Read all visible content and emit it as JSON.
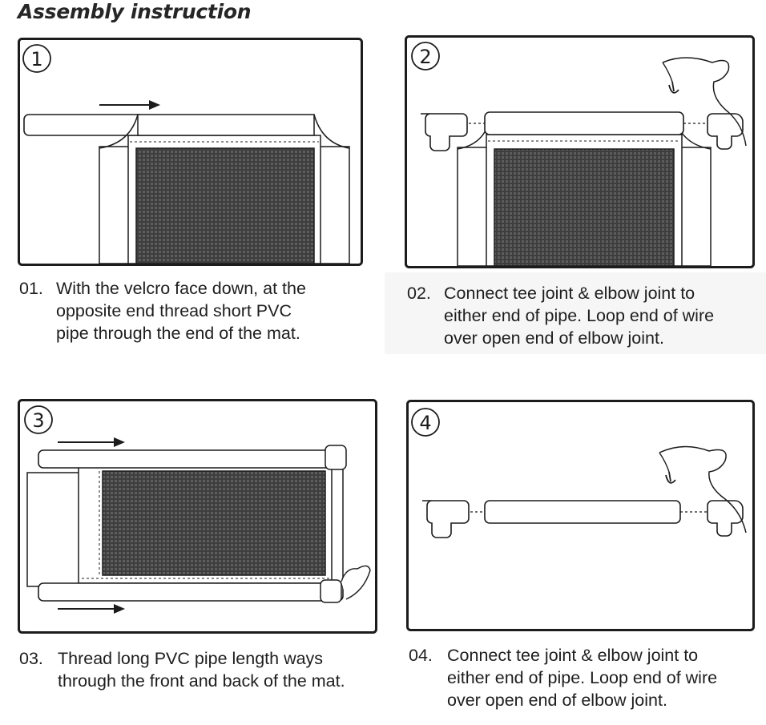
{
  "header": {
    "title": "Assembly instruction"
  },
  "steps": [
    {
      "badge": "1",
      "number": "01.",
      "lines": [
        "With the velcro face down, at the",
        "opposite end thread short PVC",
        "pipe through the end of the mat."
      ]
    },
    {
      "badge": "2",
      "number": "02.",
      "lines": [
        "Connect tee joint & elbow joint to",
        "either end of pipe. Loop end of wire",
        "over open end of elbow joint."
      ]
    },
    {
      "badge": "3",
      "number": "03.",
      "lines": [
        "Thread long PVC pipe length ways",
        "through the front and back of the mat."
      ]
    },
    {
      "badge": "4",
      "number": "04.",
      "lines": [
        "Connect tee joint & elbow joint to",
        "either end of pipe. Loop end of wire",
        "over open end of elbow joint."
      ]
    }
  ],
  "colors": {
    "frame": "#1c1c1c",
    "mesh": "#3a3a3a",
    "paper": "#ffffff"
  }
}
